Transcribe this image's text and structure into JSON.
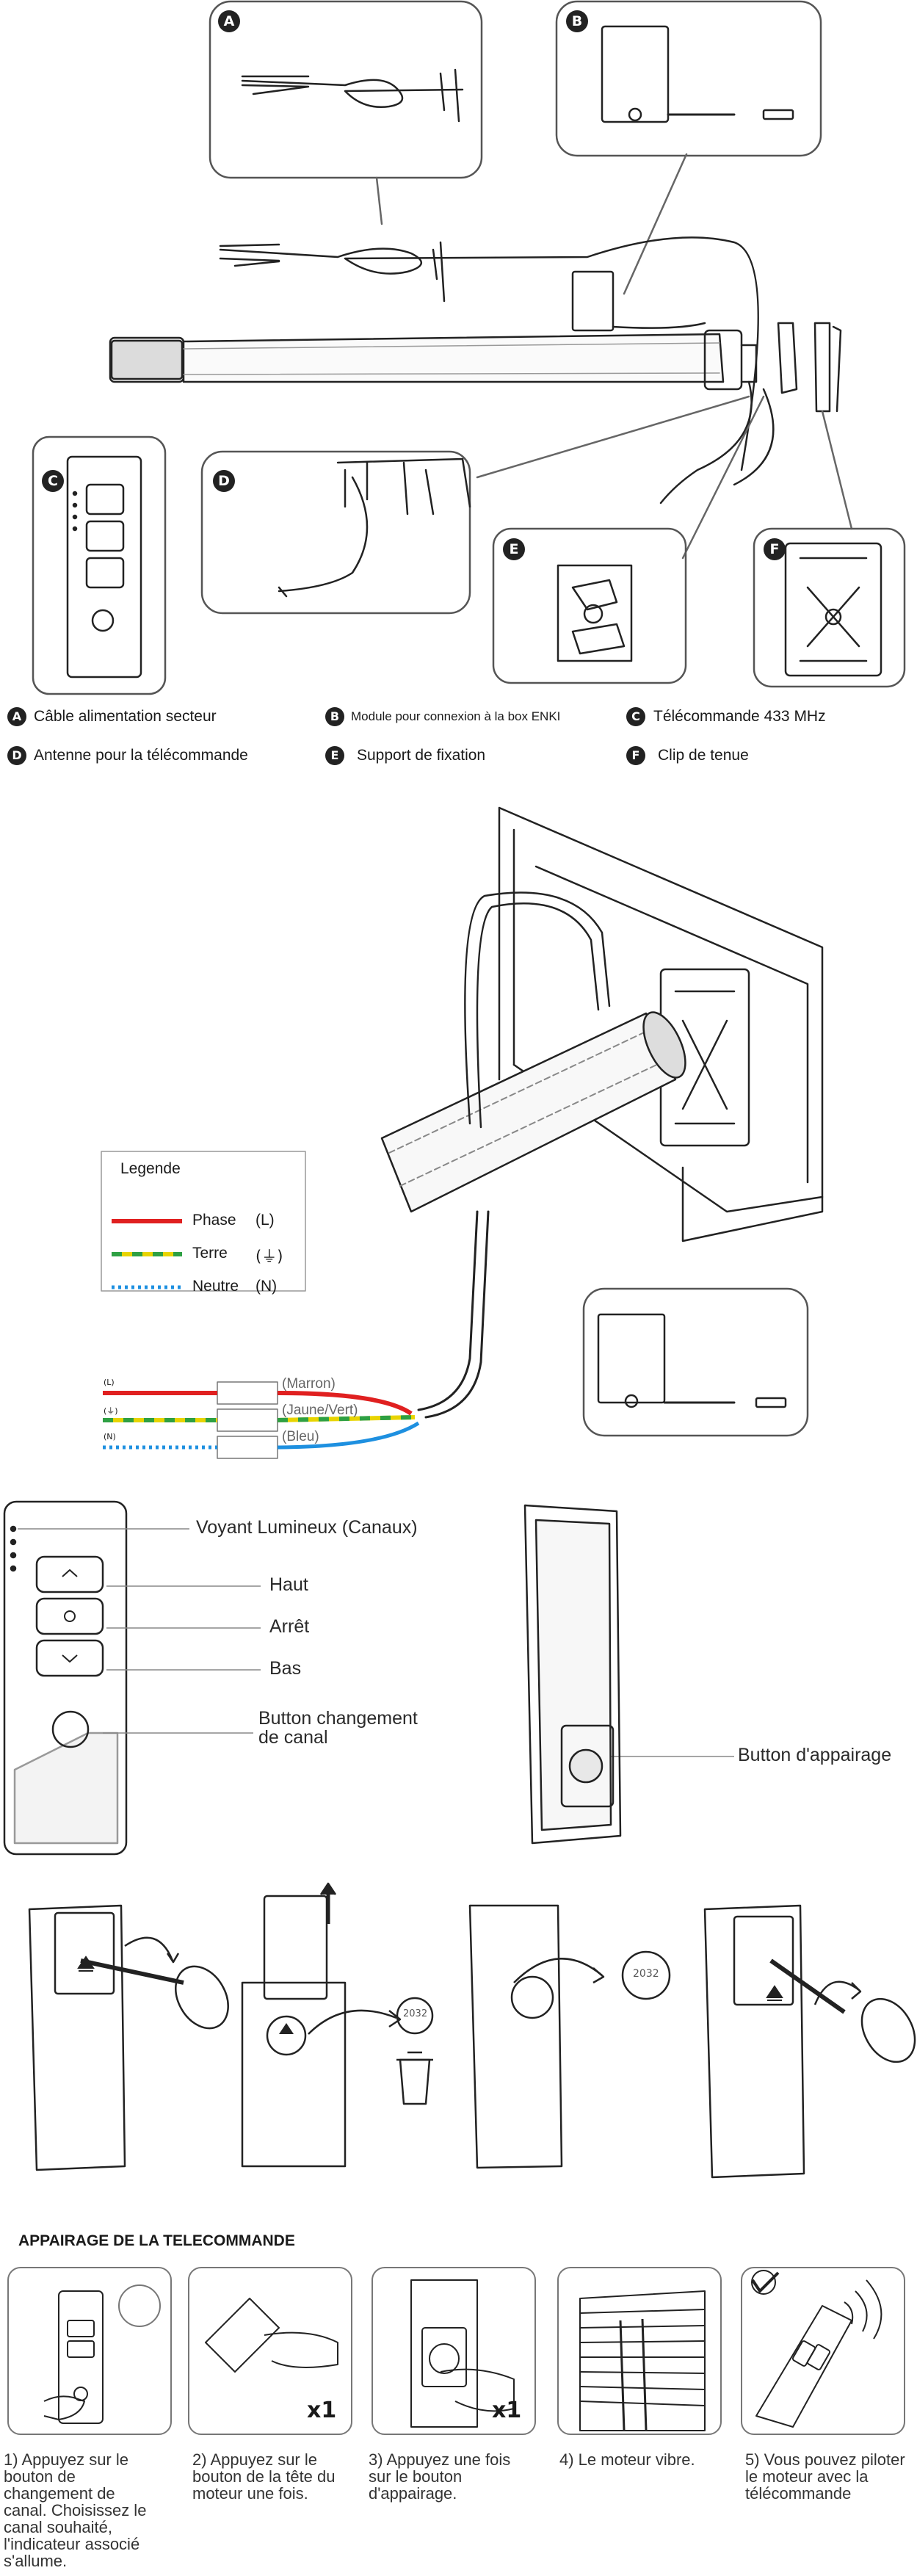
{
  "components": {
    "markers": [
      "A",
      "B",
      "C",
      "D",
      "E",
      "F"
    ],
    "legend": [
      {
        "letter": "A",
        "text": "Câble alimentation secteur"
      },
      {
        "letter": "B",
        "text": "Module pour connexion à la box ENKI"
      },
      {
        "letter": "C",
        "text": "Télécommande 433 MHz"
      },
      {
        "letter": "D",
        "text": "Antenne pour la télécommande"
      },
      {
        "letter": "E",
        "text": "Support de fixation"
      },
      {
        "letter": "F",
        "text": "Clip de tenue"
      }
    ]
  },
  "wiring": {
    "legend_title": "Legende",
    "phase": {
      "label": "Phase",
      "symbol": "(L)",
      "color": "#e02020"
    },
    "terre": {
      "label": "Terre",
      "symbol": "(⏚)",
      "color": "#e8d400",
      "color2": "#2ea043"
    },
    "neutre": {
      "label": "Neutre",
      "symbol": "(N)",
      "color": "#1e90e0"
    },
    "wires": [
      {
        "tag": "(L)",
        "name": "(Marron)"
      },
      {
        "tag": "(⏚)",
        "name": "(Jaune/Vert)"
      },
      {
        "tag": "(N)",
        "name": "(Bleu)"
      }
    ]
  },
  "remote": {
    "indicator": "Voyant Lumineux (Canaux)",
    "up": "Haut",
    "stop": "Arrêt",
    "down": "Bas",
    "channel_l1": "Button changement",
    "channel_l2": "de canal",
    "pairing": "Button d'appairage"
  },
  "battery": {
    "cell": "2032"
  },
  "pairing_section": {
    "title": "APPAIRAGE DE LA TELECOMMANDE",
    "multiplier": "x1",
    "steps": [
      "1) Appuyez sur le bouton de changement de canal. Choisissez le canal souhaité, l'indicateur associé s'allume.",
      "2) Appuyez sur le bouton de la tête du moteur une fois.",
      "3) Appuyez une fois sur le bouton d'appairage.",
      "4) Le moteur vibre.",
      "5) Vous pouvez piloter le moteur avec la télécommande"
    ]
  }
}
